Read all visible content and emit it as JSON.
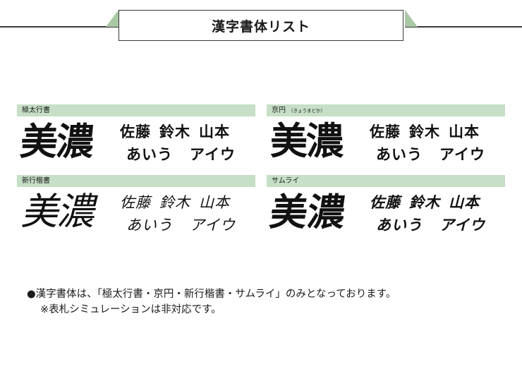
{
  "header": {
    "title": "漢字書体リスト"
  },
  "fonts": [
    {
      "name": "極太行書",
      "reading": "",
      "big": "美濃",
      "line1a": "佐藤",
      "line1b": "鈴木",
      "line1c": "山本",
      "line2a": "あいう",
      "line2b": "アイウ"
    },
    {
      "name": "京円",
      "reading": "（きょうまどか）",
      "big": "美濃",
      "line1a": "佐藤",
      "line1b": "鈴木",
      "line1c": "山本",
      "line2a": "あいう",
      "line2b": "アイウ"
    },
    {
      "name": "新行楷書",
      "reading": "",
      "big": "美濃",
      "line1a": "佐藤",
      "line1b": "鈴木",
      "line1c": "山本",
      "line2a": "あいう",
      "line2b": "アイウ"
    },
    {
      "name": "サムライ",
      "reading": "",
      "big": "美濃",
      "line1a": "佐藤",
      "line1b": "鈴木",
      "line1c": "山本",
      "line2a": "あいう",
      "line2b": "アイウ"
    }
  ],
  "notes": {
    "line1": "●漢字書体は、「極太行書・京円・新行楷書・サムライ」のみとなっております。",
    "line2": "※表札シミュレーションは非対応です。"
  },
  "colors": {
    "label_bar": "#c6dfc6",
    "accent_triangle": "#a9c9a4",
    "text": "#1a1a1a"
  }
}
